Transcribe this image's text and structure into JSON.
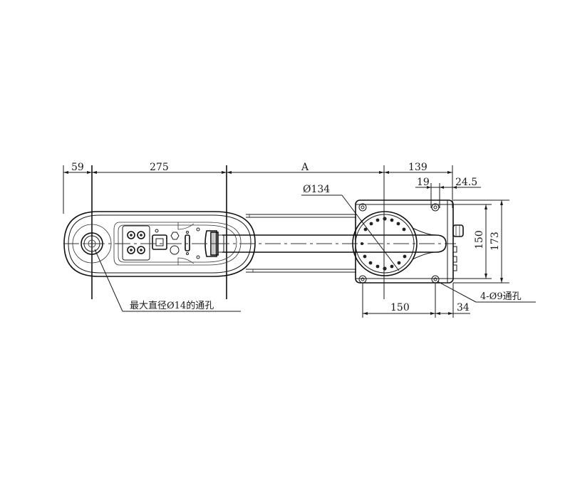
{
  "drawing": {
    "title": "SCARA robot top view dimension drawing",
    "dimensions": {
      "d59": "59",
      "d275": "275",
      "dA": "A",
      "d139": "139",
      "d19": "19",
      "d24_5": "24.5",
      "dia134": "Ø134",
      "d150_v": "150",
      "d173_v": "173",
      "d150_h": "150",
      "d34": "34"
    },
    "notes": {
      "through_hole": "最大直径Ø14的通孔",
      "mount_holes": "4-Ø9通孔"
    },
    "colors": {
      "line": "#1a1a1a",
      "background": "#ffffff"
    }
  }
}
